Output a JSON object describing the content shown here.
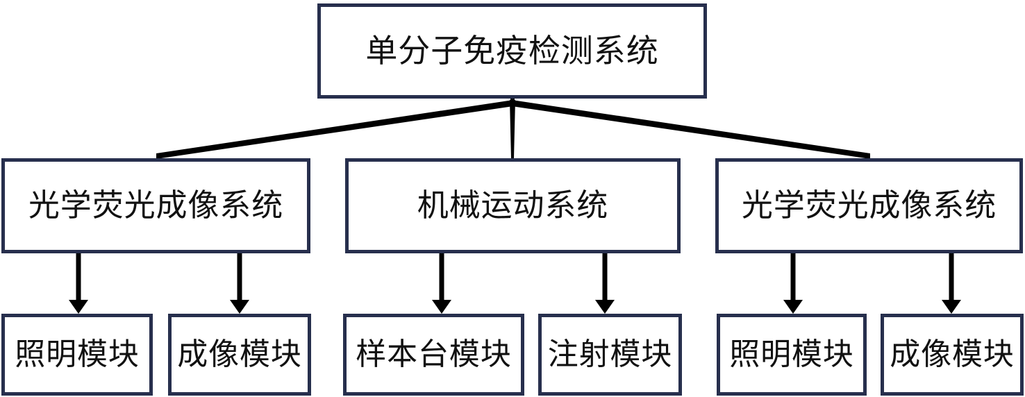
{
  "diagram": {
    "title": "单分子免疫检测系统",
    "type": "hierarchical-tree",
    "colors": {
      "box_border": "#272F4D",
      "box_fill": "#FFFFFF",
      "connector": "#000000",
      "text": "#111111",
      "background": "#FFFFFF"
    },
    "root": {
      "id": "root",
      "label": "单分子免疫检测系统"
    },
    "level2": [
      {
        "id": "optical-left",
        "label": "光学荧光成像系统"
      },
      {
        "id": "mechanical",
        "label": "机械运动系统"
      },
      {
        "id": "optical-right",
        "label": "光学荧光成像系统"
      }
    ],
    "leaves": [
      {
        "id": "leaf-0",
        "label": "照明模块",
        "parent": "optical-left"
      },
      {
        "id": "leaf-1",
        "label": "成像模块",
        "parent": "optical-left"
      },
      {
        "id": "leaf-2",
        "label": "样本台模块",
        "parent": "mechanical"
      },
      {
        "id": "leaf-3",
        "label": "注射模块",
        "parent": "mechanical"
      },
      {
        "id": "leaf-4",
        "label": "照明模块",
        "parent": "optical-right"
      },
      {
        "id": "leaf-5",
        "label": "成像模块",
        "parent": "optical-right"
      }
    ]
  }
}
